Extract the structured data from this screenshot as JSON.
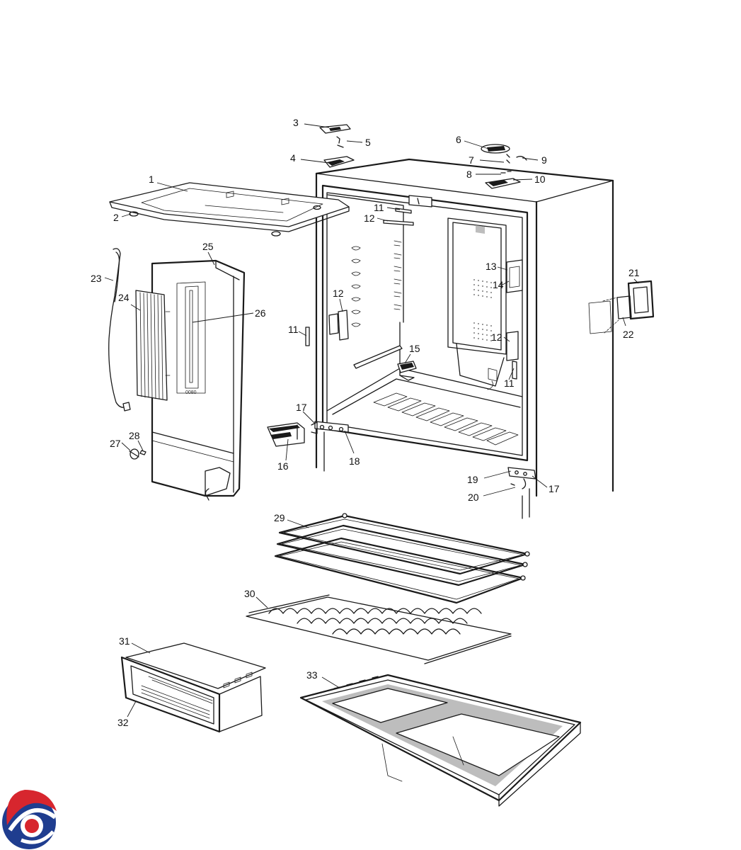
{
  "callouts": [
    {
      "n": "1"
    },
    {
      "n": "2"
    },
    {
      "n": "3"
    },
    {
      "n": "4"
    },
    {
      "n": "5"
    },
    {
      "n": "6"
    },
    {
      "n": "7"
    },
    {
      "n": "8"
    },
    {
      "n": "9"
    },
    {
      "n": "10"
    },
    {
      "n": "11"
    },
    {
      "n": "12"
    },
    {
      "n": "11"
    },
    {
      "n": "12"
    },
    {
      "n": "12"
    },
    {
      "n": "11"
    },
    {
      "n": "13"
    },
    {
      "n": "14"
    },
    {
      "n": "15"
    },
    {
      "n": "12"
    },
    {
      "n": "11"
    },
    {
      "n": "21"
    },
    {
      "n": "22"
    },
    {
      "n": "23"
    },
    {
      "n": "24"
    },
    {
      "n": "25"
    },
    {
      "n": "26"
    },
    {
      "n": "17"
    },
    {
      "n": "16"
    },
    {
      "n": "18"
    },
    {
      "n": "27"
    },
    {
      "n": "28"
    },
    {
      "n": "19"
    },
    {
      "n": "17"
    },
    {
      "n": "20"
    },
    {
      "n": "29"
    },
    {
      "n": "30"
    },
    {
      "n": "31"
    },
    {
      "n": "32"
    },
    {
      "n": "33"
    }
  ],
  "panel_code": "0080",
  "logo": {
    "name": "brand-logo-icon",
    "colors": {
      "blue": "#1f3d8f",
      "red": "#d7262e"
    }
  }
}
